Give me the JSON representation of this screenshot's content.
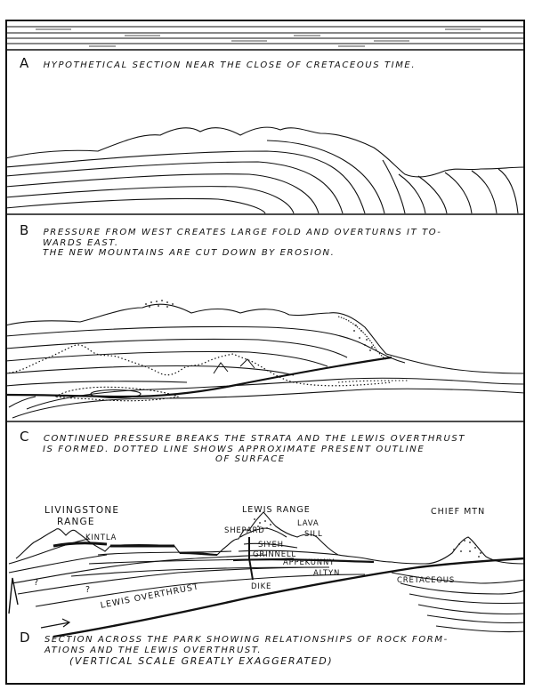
{
  "sections": {
    "a": {
      "letter": "A",
      "caption": "HYPOTHETICAL SECTION NEAR THE CLOSE OF CRETACEOUS TIME."
    },
    "b": {
      "letter": "B",
      "caption_line1": "PRESSURE FROM WEST CREATES LARGE FOLD AND OVERTURNS IT TO-",
      "caption_line2": "WARDS EAST.",
      "caption_line3": "THE NEW MOUNTAINS ARE CUT DOWN BY EROSION."
    },
    "c": {
      "letter": "C",
      "caption_line1": "CONTINUED PRESSURE BREAKS THE STRATA AND THE LEWIS OVERTHRUST",
      "caption_line2": "IS FORMED. DOTTED LINE SHOWS APPROXIMATE PRESENT OUTLINE",
      "caption_line3": "OF SURFACE"
    },
    "d": {
      "letter": "D",
      "caption_line1": "SECTION ACROSS THE PARK SHOWING RELATIONSHIPS OF ROCK FORM-",
      "caption_line2": "ATIONS AND THE LEWIS OVERTHRUST.",
      "caption_line3": "(VERTICAL SCALE GREATLY EXAGGERATED)"
    }
  },
  "labels": {
    "livingstone_range_1": "LIVINGSTONE",
    "livingstone_range_2": "RANGE",
    "lewis_range": "LEWIS RANGE",
    "chief_mtn": "CHIEF MTN",
    "kintla": "KINTLA",
    "shepard": "SHEPARD",
    "lava": "LAVA",
    "sill": "SILL",
    "siyeh": "SIYEH",
    "grinnell": "GRINNELL",
    "appekunny": "APPEKUNNY",
    "altyn": "ALTYN",
    "cretaceous": "CRETACEOUS",
    "dike": "DIKE",
    "lewis_overthrust": "LEWIS OVERTHRUST",
    "question_1": "?",
    "question_2": "?"
  }
}
